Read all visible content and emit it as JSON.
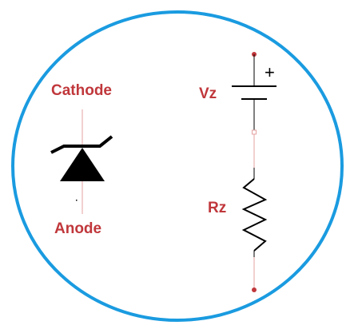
{
  "diagram": {
    "labels": {
      "cathode": "Cathode",
      "anode": "Anode",
      "vz": "Vz",
      "rz": "Rz",
      "plus": "+"
    },
    "colors": {
      "border": "#1a9be0",
      "label": "#c0373b",
      "wire_red": "#e4a0a0",
      "terminal": "#c0373b",
      "symbol": "#000000"
    },
    "icons": {
      "zener": "zener-diode-icon",
      "battery": "battery-icon",
      "resistor": "resistor-icon"
    }
  }
}
